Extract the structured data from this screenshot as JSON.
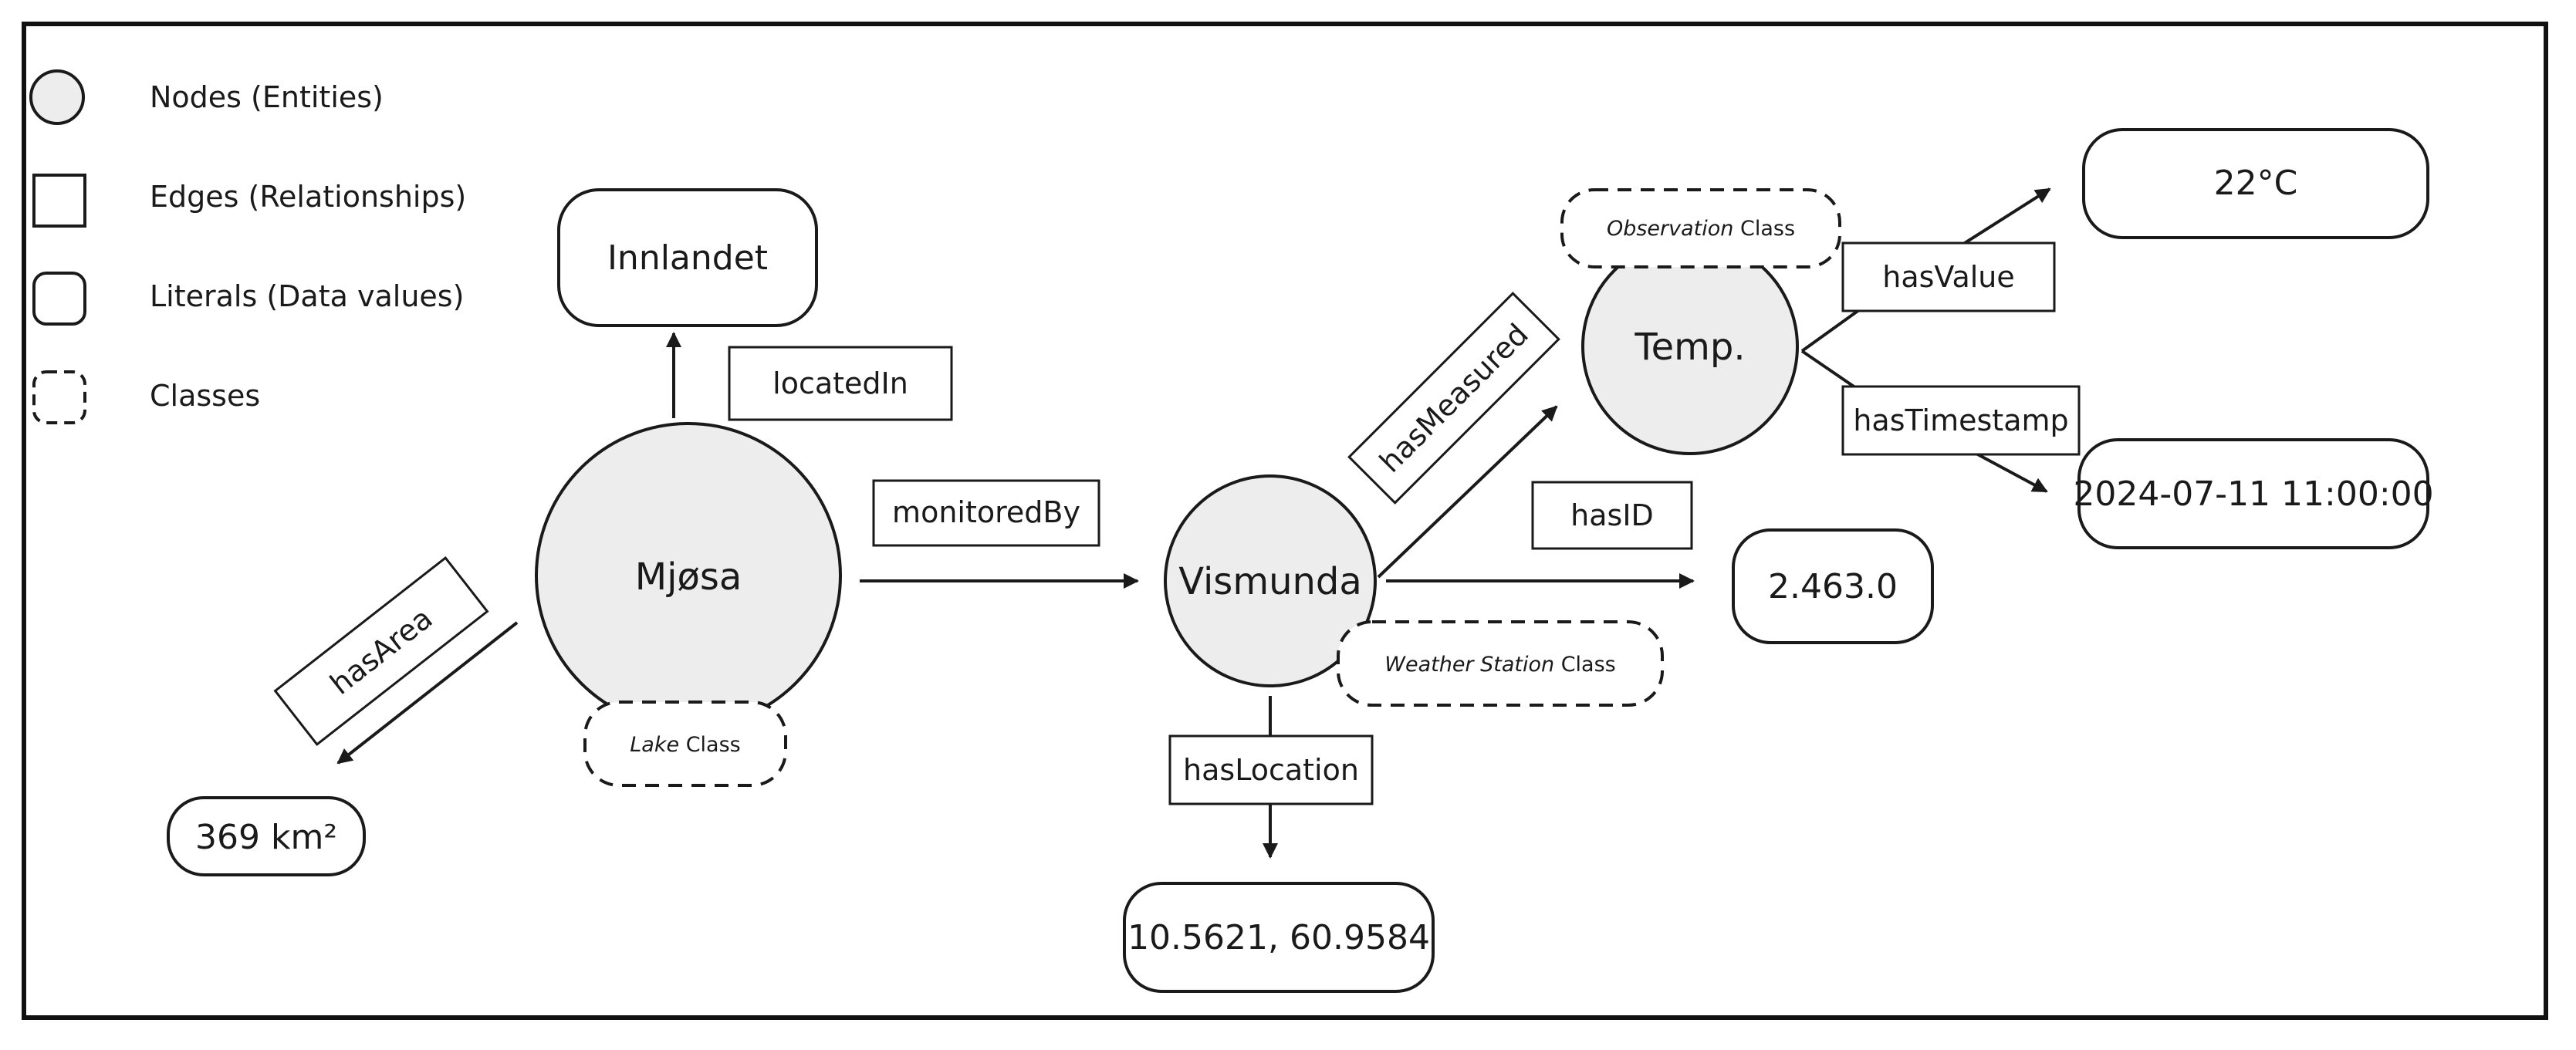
{
  "legend": {
    "nodes": "Nodes (Entities)",
    "edges": "Edges (Relationships)",
    "literals": "Literals (Data values)",
    "classes": "Classes"
  },
  "nodes": {
    "mjosa": "Mjøsa",
    "vismunda": "Vismunda",
    "temp": "Temp."
  },
  "classes": {
    "lake": {
      "italic": "Lake",
      "rest": " Class"
    },
    "weather_station": {
      "italic": "Weather Station",
      "rest": " Class"
    },
    "observation": {
      "italic": "Observation",
      "rest": " Class"
    }
  },
  "relationships": {
    "located_in": "locatedIn",
    "monitored_by": "monitoredBy",
    "has_area": "hasArea",
    "has_location": "hasLocation",
    "has_measured": "hasMeasured",
    "has_id": "hasID",
    "has_value": "hasValue",
    "has_timestamp": "hasTimestamp"
  },
  "literals": {
    "innlandet": "Innlandet",
    "area": "369 km²",
    "coordinates": "10.5621, 60.9584",
    "id": "2.463.0",
    "value": "22°C",
    "timestamp": "2024-07-11 11:00:00"
  },
  "colors": {
    "node_fill": "#ededed",
    "stroke": "#1a1a1a",
    "frame": "#111111"
  }
}
